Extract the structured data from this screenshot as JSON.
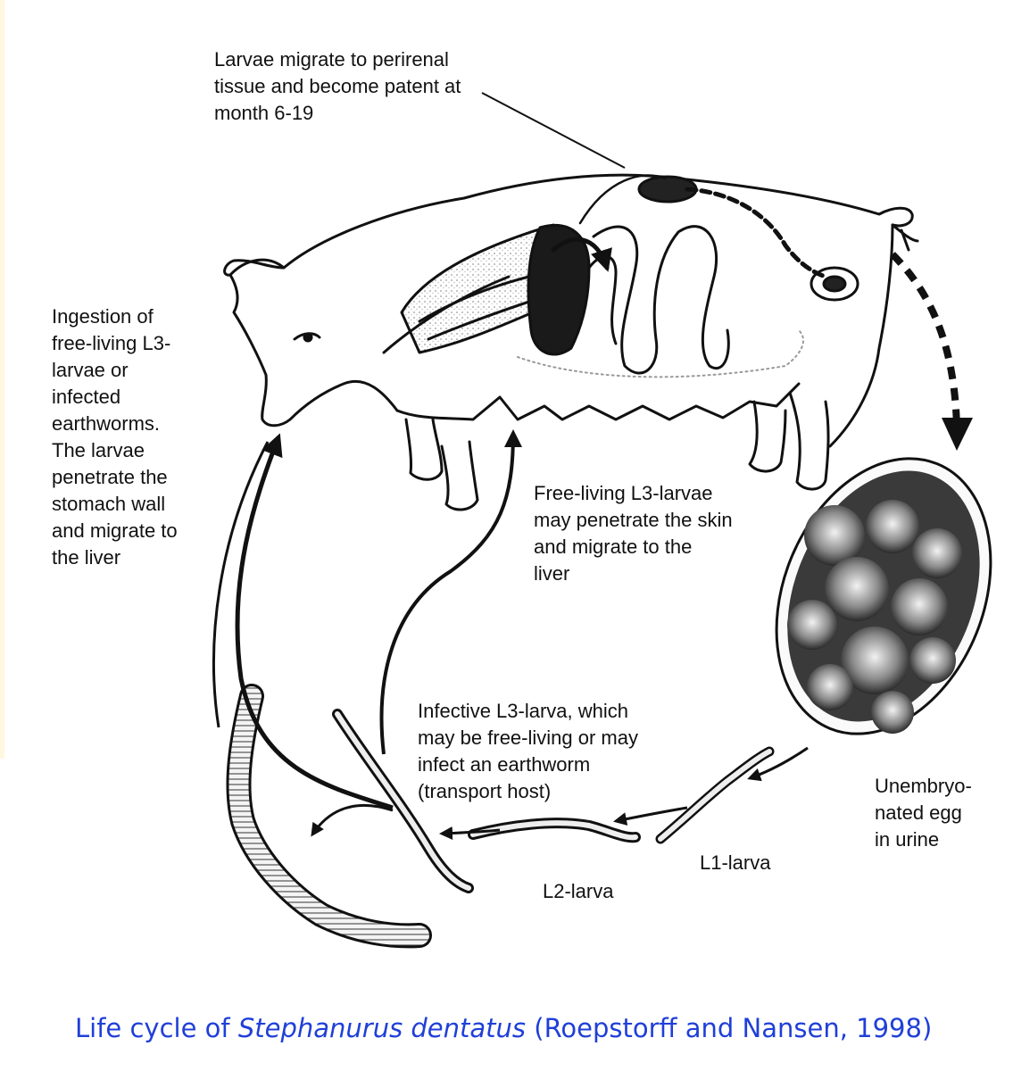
{
  "labels": {
    "perirenal": "Larvae migrate to perirenal\ntissue and become patent at\nmonth 6-19",
    "ingestion": "Ingestion of\nfree-living L3-\nlarvae or\ninfected\nearthworms.\nThe larvae\npenetrate the\nstomach wall\nand migrate to\nthe liver",
    "skin": "Free-living L3-larvae\nmay penetrate the skin\nand migrate to the\nliver",
    "infective": "Infective L3-larva, which\nmay be free-living or may\ninfect an earthworm\n(transport host)",
    "egg": "Unembryo-\nnated egg\nin urine",
    "l1": "L1-larva",
    "l2": "L2-larva"
  },
  "caption": {
    "prefix": "Life cycle of ",
    "species": "Stephanurus dentatus",
    "suffix": " (Roepstorff and Nansen, 1998)"
  },
  "colors": {
    "ink": "#111111",
    "caption": "#1f3fd8"
  }
}
